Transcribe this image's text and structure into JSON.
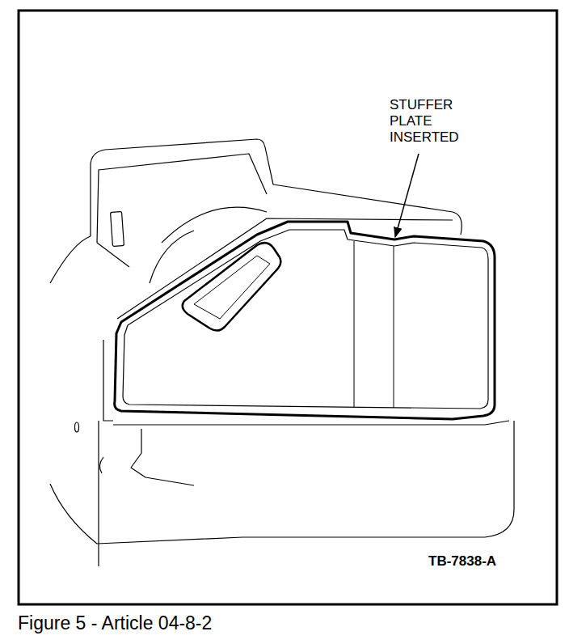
{
  "diagram": {
    "caption": "Figure 5 - Article 04-8-2",
    "labels": [
      "STUFFER PLATE INSERTED",
      "TB-7838-A"
    ]
  }
}
